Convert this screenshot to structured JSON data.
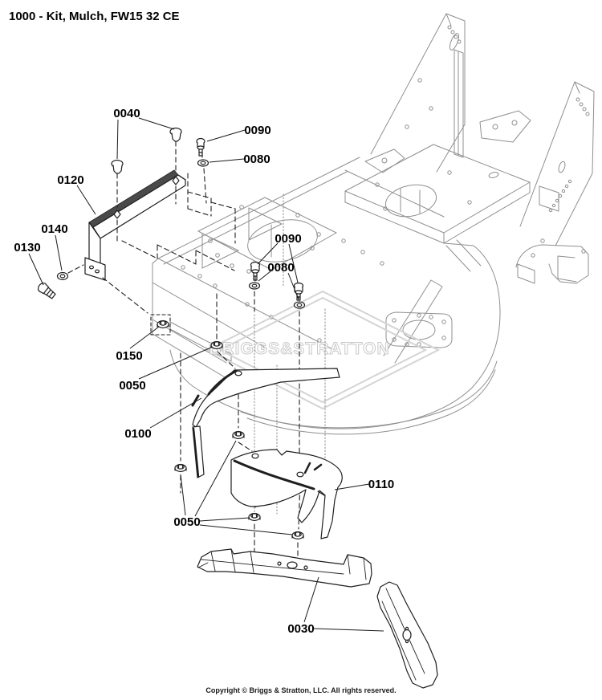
{
  "title": "1000 - Kit, Mulch, FW15 32 CE",
  "copyright": "Copyright © Briggs & Stratton, LLC. All rights reserved.",
  "watermark": "BRIGGS&STRATTON",
  "colors": {
    "ink": "#1f1f1f",
    "frame_line": "#8f8f8f",
    "watermark_gray": "#d4d4d4",
    "background": "#ffffff",
    "label_text": "#000000"
  },
  "callouts": [
    {
      "id": "0040",
      "text": "0040"
    },
    {
      "id": "0090-top",
      "text": "0090"
    },
    {
      "id": "0080-top",
      "text": "0080"
    },
    {
      "id": "0120",
      "text": "0120"
    },
    {
      "id": "0140",
      "text": "0140"
    },
    {
      "id": "0130",
      "text": "0130"
    },
    {
      "id": "0090-mid",
      "text": "0090"
    },
    {
      "id": "0080-mid",
      "text": "0080"
    },
    {
      "id": "0150",
      "text": "0150"
    },
    {
      "id": "0050-upper",
      "text": "0050"
    },
    {
      "id": "0100",
      "text": "0100"
    },
    {
      "id": "0110",
      "text": "0110"
    },
    {
      "id": "0050-lower",
      "text": "0050"
    },
    {
      "id": "0030",
      "text": "0030"
    }
  ]
}
